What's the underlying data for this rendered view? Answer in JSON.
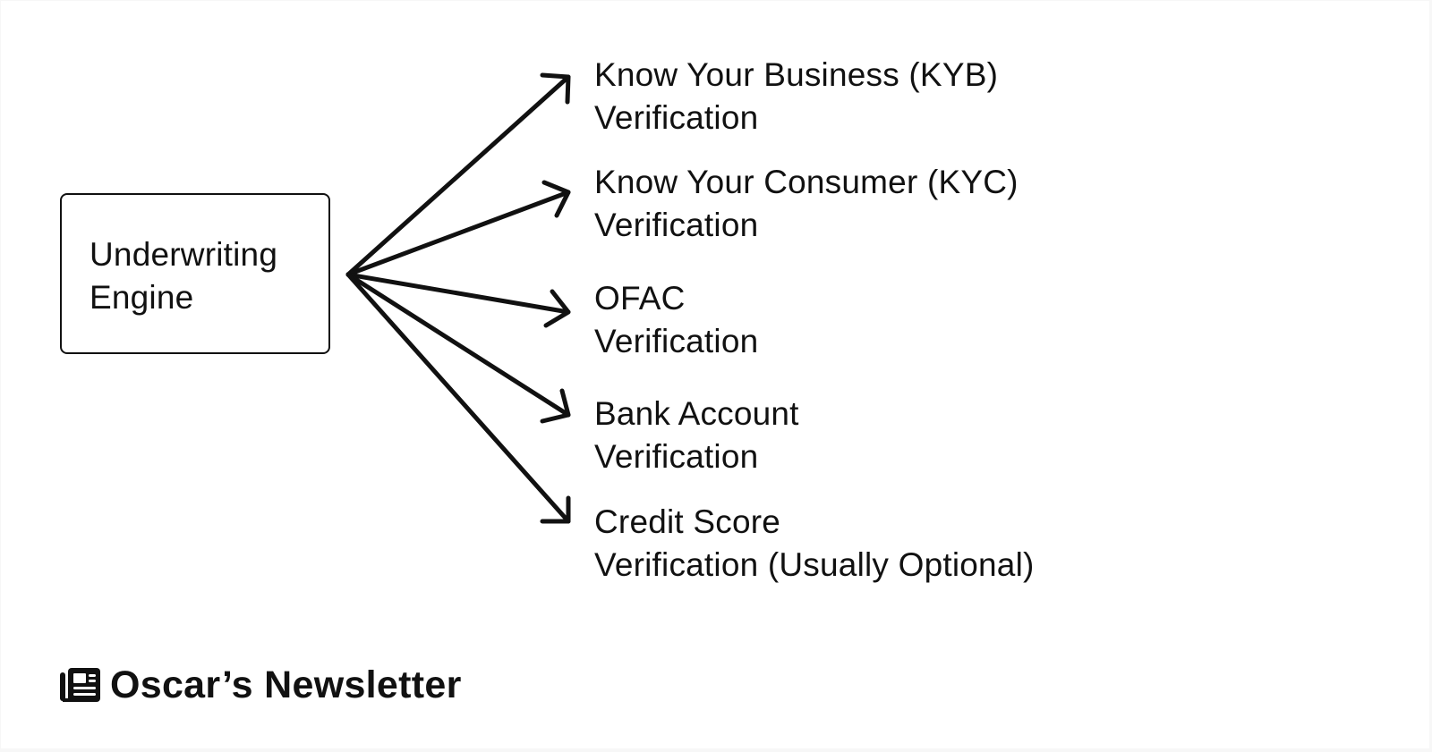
{
  "diagram": {
    "type": "fan-out",
    "colors": {
      "background": "#ffffff",
      "frame": "#f7f7f7",
      "stroke": "#111111",
      "text": "#111111"
    },
    "source": {
      "label_line1": "Underwriting",
      "label_line2": "Engine"
    },
    "targets": [
      {
        "line1": "Know Your Business (KYB)",
        "line2": "Verification"
      },
      {
        "line1": "Know Your Consumer (KYC)",
        "line2": "Verification"
      },
      {
        "line1": "OFAC",
        "line2": "Verification"
      },
      {
        "line1": "Bank Account",
        "line2": "Verification"
      },
      {
        "line1": "Credit Score",
        "line2": "Verification (Usually Optional)"
      }
    ],
    "edges": [
      {
        "from": "Underwriting Engine",
        "to": "Know Your Business (KYB) Verification"
      },
      {
        "from": "Underwriting Engine",
        "to": "Know Your Consumer (KYC) Verification"
      },
      {
        "from": "Underwriting Engine",
        "to": "OFAC Verification"
      },
      {
        "from": "Underwriting Engine",
        "to": "Bank Account Verification"
      },
      {
        "from": "Underwriting Engine",
        "to": "Credit Score Verification (Usually Optional)"
      }
    ]
  },
  "footer": {
    "icon": "newspaper-icon",
    "brand_name": "Oscar’s Newsletter"
  }
}
